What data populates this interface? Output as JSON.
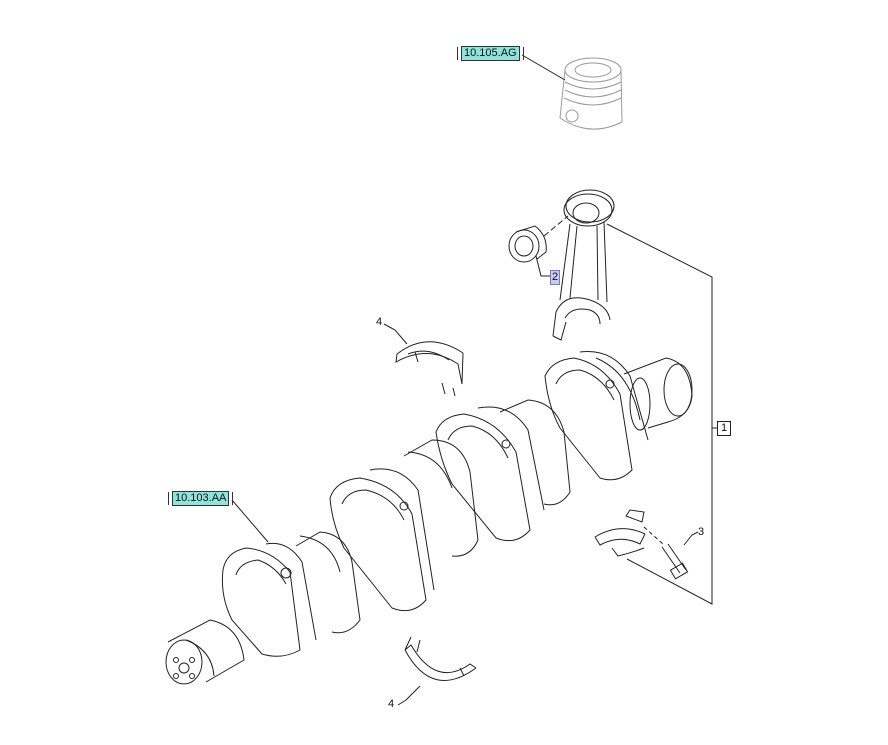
{
  "callouts": {
    "ref_piston": "10.105.AG",
    "ref_crankshaft": "10.103.AA",
    "item_1": "1",
    "item_2": "2",
    "item_3": "3",
    "item_4_upper": "4",
    "item_4_lower": "4"
  },
  "colors": {
    "ref_highlight": "#8fe3dd",
    "item_highlight": "#c9c9f2",
    "line": "#222222"
  }
}
